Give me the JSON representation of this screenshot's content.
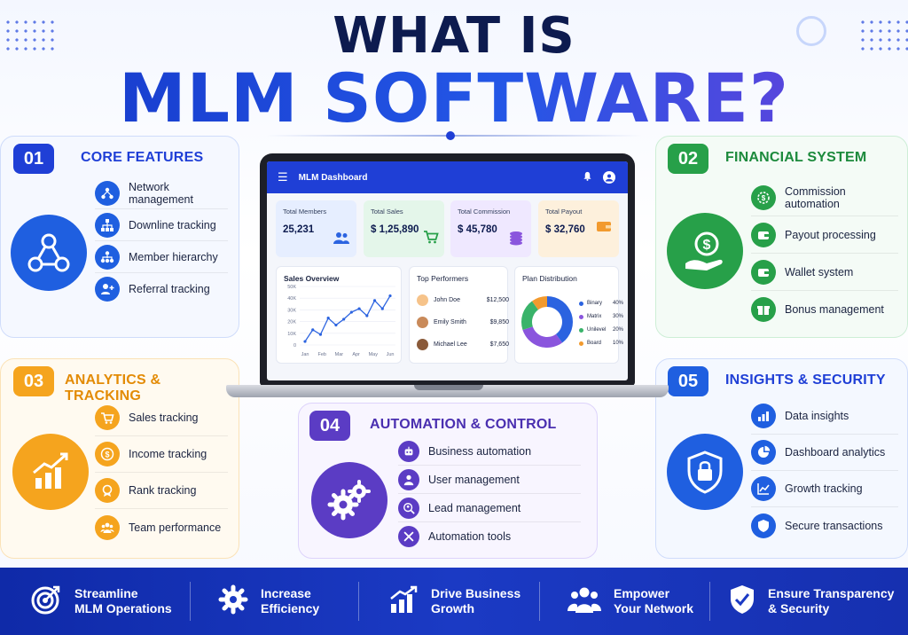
{
  "title": {
    "line1": "WHAT IS",
    "line2": "MLM SOFTWARE?"
  },
  "colors": {
    "blue": "#1f3fd6",
    "green": "#27a049",
    "orange": "#f5a41e",
    "purple": "#5b3cc4",
    "navy": "#0d1b4f"
  },
  "sections": [
    {
      "number": "01",
      "title": "CORE FEATURES",
      "main_icon": "network-icon",
      "items": [
        {
          "label": "Network management",
          "icon": "network-icon"
        },
        {
          "label": "Downline tracking",
          "icon": "hierarchy-icon"
        },
        {
          "label": "Member hierarchy",
          "icon": "hierarchy-icon"
        },
        {
          "label": "Referral tracking",
          "icon": "user-plus-icon"
        }
      ]
    },
    {
      "number": "02",
      "title": "FINANCIAL SYSTEM",
      "main_icon": "hand-dollar-icon",
      "items": [
        {
          "label": "Commission automation",
          "icon": "dollar-gear-icon"
        },
        {
          "label": "Payout processing",
          "icon": "wallet-icon"
        },
        {
          "label": "Wallet system",
          "icon": "wallet-icon"
        },
        {
          "label": "Bonus management",
          "icon": "gift-icon"
        }
      ]
    },
    {
      "number": "03",
      "title": "ANALYTICS & TRACKING",
      "main_icon": "growth-chart-icon",
      "items": [
        {
          "label": "Sales tracking",
          "icon": "cart-icon"
        },
        {
          "label": "Income tracking",
          "icon": "dollar-icon"
        },
        {
          "label": "Rank tracking",
          "icon": "medal-icon"
        },
        {
          "label": "Team performance",
          "icon": "team-icon"
        }
      ]
    },
    {
      "number": "04",
      "title": "AUTOMATION & CONTROL",
      "main_icon": "gears-icon",
      "items": [
        {
          "label": "Business automation",
          "icon": "robot-icon"
        },
        {
          "label": "User management",
          "icon": "user-icon"
        },
        {
          "label": "Lead management",
          "icon": "search-user-icon"
        },
        {
          "label": "Automation tools",
          "icon": "tools-icon"
        }
      ]
    },
    {
      "number": "05",
      "title": "INSIGHTS & SECURITY",
      "main_icon": "shield-lock-icon",
      "items": [
        {
          "label": "Data insights",
          "icon": "bar-chart-icon"
        },
        {
          "label": "Dashboard analytics",
          "icon": "pie-chart-icon"
        },
        {
          "label": "Growth tracking",
          "icon": "line-chart-icon"
        },
        {
          "label": "Secure transactions",
          "icon": "shield-icon"
        }
      ]
    }
  ],
  "dashboard": {
    "title": "MLM Dashboard",
    "stats": [
      {
        "label": "Total Members",
        "value": "25,231",
        "icon": "users-icon"
      },
      {
        "label": "Total Sales",
        "value": "$ 1,25,890",
        "icon": "cart-icon"
      },
      {
        "label": "Total Commission",
        "value": "$ 45,780",
        "icon": "coins-icon"
      },
      {
        "label": "Total Payout",
        "value": "$ 32,760",
        "icon": "wallet-icon"
      }
    ],
    "sales_title": "Sales Overview",
    "performers_title": "Top Performers",
    "performers": [
      {
        "name": "John Doe",
        "amount": "$12,500"
      },
      {
        "name": "Emily Smith",
        "amount": "$9,850"
      },
      {
        "name": "Michael Lee",
        "amount": "$7,650"
      }
    ],
    "plan_title": "Plan Distribution"
  },
  "chart_data": [
    {
      "type": "line",
      "title": "Sales Overview",
      "x": [
        "Jan",
        "Feb",
        "Mar",
        "Apr",
        "May",
        "Jun"
      ],
      "y_ticks": [
        "0",
        "10K",
        "20K",
        "30K",
        "40K",
        "50K"
      ],
      "ylim": [
        0,
        50000
      ],
      "series": [
        {
          "values": [
            3000,
            13000,
            9000,
            23000,
            17000,
            22000,
            28000,
            31000,
            25000,
            38000,
            31000,
            42000
          ]
        }
      ]
    },
    {
      "type": "pie",
      "title": "Plan Distribution",
      "labels": [
        "Binary",
        "Matrix",
        "Unilevel",
        "Board"
      ],
      "values": [
        40,
        30,
        20,
        10
      ],
      "value_labels": [
        "40%",
        "30%",
        "20%",
        "10%"
      ],
      "colors": [
        "#2b63e0",
        "#8a55dd",
        "#39b36a",
        "#f29a2e"
      ]
    }
  ],
  "footer": [
    {
      "line1": "Streamline",
      "line2": "MLM Operations",
      "icon": "target-icon"
    },
    {
      "line1": "Increase",
      "line2": "Efficiency",
      "icon": "gear-icon"
    },
    {
      "line1": "Drive Business",
      "line2": "Growth",
      "icon": "bar-growth-icon"
    },
    {
      "line1": "Empower",
      "line2": "Your Network",
      "icon": "team-icon"
    },
    {
      "line1": "Ensure Transparency",
      "line2": "& Security",
      "icon": "shield-check-icon"
    }
  ]
}
